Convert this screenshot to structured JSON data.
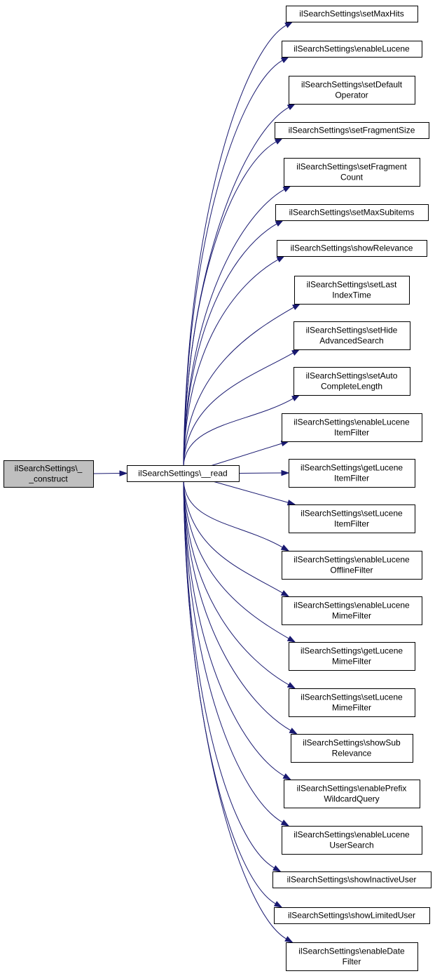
{
  "diagram": {
    "type": "call-graph",
    "edge_color": "#191970",
    "root": {
      "id": "construct",
      "lines": [
        "ilSearchSettings\\_",
        "_construct"
      ],
      "fill": "#bfbfbf"
    },
    "hub": {
      "id": "read",
      "lines": [
        "ilSearchSettings\\__read"
      ],
      "fill": "#ffffff"
    },
    "callees": [
      {
        "id": "setMaxHits",
        "lines": [
          "ilSearchSettings\\setMaxHits"
        ]
      },
      {
        "id": "enableLucene",
        "lines": [
          "ilSearchSettings\\enableLucene"
        ]
      },
      {
        "id": "setDefaultOperator",
        "lines": [
          "ilSearchSettings\\setDefault",
          "Operator"
        ]
      },
      {
        "id": "setFragmentSize",
        "lines": [
          "ilSearchSettings\\setFragmentSize"
        ]
      },
      {
        "id": "setFragmentCount",
        "lines": [
          "ilSearchSettings\\setFragment",
          "Count"
        ]
      },
      {
        "id": "setMaxSubitems",
        "lines": [
          "ilSearchSettings\\setMaxSubitems"
        ]
      },
      {
        "id": "showRelevance",
        "lines": [
          "ilSearchSettings\\showRelevance"
        ]
      },
      {
        "id": "setLastIndexTime",
        "lines": [
          "ilSearchSettings\\setLast",
          "IndexTime"
        ]
      },
      {
        "id": "setHideAdvancedSearch",
        "lines": [
          "ilSearchSettings\\setHide",
          "AdvancedSearch"
        ]
      },
      {
        "id": "setAutoCompleteLength",
        "lines": [
          "ilSearchSettings\\setAuto",
          "CompleteLength"
        ]
      },
      {
        "id": "enableLuceneItemFilter",
        "lines": [
          "ilSearchSettings\\enableLucene",
          "ItemFilter"
        ]
      },
      {
        "id": "getLuceneItemFilter",
        "lines": [
          "ilSearchSettings\\getLucene",
          "ItemFilter"
        ]
      },
      {
        "id": "setLuceneItemFilter",
        "lines": [
          "ilSearchSettings\\setLucene",
          "ItemFilter"
        ]
      },
      {
        "id": "enableLuceneOfflineFilter",
        "lines": [
          "ilSearchSettings\\enableLucene",
          "OfflineFilter"
        ]
      },
      {
        "id": "enableLuceneMimeFilter",
        "lines": [
          "ilSearchSettings\\enableLucene",
          "MimeFilter"
        ]
      },
      {
        "id": "getLuceneMimeFilter",
        "lines": [
          "ilSearchSettings\\getLucene",
          "MimeFilter"
        ]
      },
      {
        "id": "setLuceneMimeFilter",
        "lines": [
          "ilSearchSettings\\setLucene",
          "MimeFilter"
        ]
      },
      {
        "id": "showSubRelevance",
        "lines": [
          "ilSearchSettings\\showSub",
          "Relevance"
        ]
      },
      {
        "id": "enablePrefixWildcardQuery",
        "lines": [
          "ilSearchSettings\\enablePrefix",
          "WildcardQuery"
        ]
      },
      {
        "id": "enableLuceneUserSearch",
        "lines": [
          "ilSearchSettings\\enableLucene",
          "UserSearch"
        ]
      },
      {
        "id": "showInactiveUser",
        "lines": [
          "ilSearchSettings\\showInactiveUser"
        ]
      },
      {
        "id": "showLimitedUser",
        "lines": [
          "ilSearchSettings\\showLimitedUser"
        ]
      },
      {
        "id": "enableDateFilter",
        "lines": [
          "ilSearchSettings\\enableDate",
          "Filter"
        ]
      }
    ]
  }
}
